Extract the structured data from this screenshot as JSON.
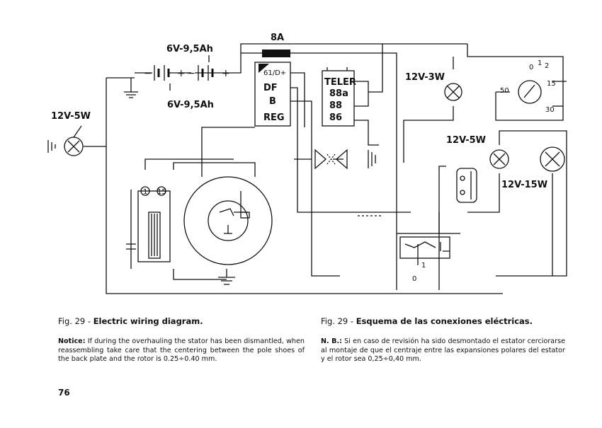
{
  "diagram": {
    "labels": {
      "battery_top": "6V-9,5Ah",
      "battery_bottom": "6V-9,5Ah",
      "fuse": "8A",
      "lamp_left": "12V-5W",
      "lamp_top_right": "12V-3W",
      "lamp_mid_right": "12V-5W",
      "lamp_big": "12V-15W",
      "reg_terminal_61d": "61/D+",
      "reg_terminal_df": "DF",
      "reg_terminal_b": "B",
      "reg_name": "REG",
      "teler_name": "TELER",
      "teler_88a": "88a",
      "teler_88": "88",
      "teler_86": "86",
      "coil_1": "1",
      "coil_15": "15",
      "switch_0": "0",
      "switch_1": "1",
      "switch_2": "2",
      "switch_15": "15",
      "switch_50": "50",
      "switch_30": "30",
      "lowswitch_1": "1",
      "lowswitch_0": "0"
    }
  },
  "caption_en": {
    "fig": "Fig. 29 -",
    "title": "Electric wiring diagram.",
    "notice_label": "Notice:",
    "notice_text": "If during the overhauling the stator has been dismantled, when reassembling take care that the centering between the pole shoes of the back plate and the rotor is 0.25÷0.40 mm."
  },
  "caption_es": {
    "fig": "Fig. 29 -",
    "title": "Esquema de las conexiones eléctricas.",
    "notice_label": "N. B.:",
    "notice_text": "Si en caso de revisión ha sido desmontado el estator cerciorarse al montaje de que el centraje entre las expansiones polares del estator y el rotor sea 0,25÷0,40 mm."
  },
  "page_number": "76"
}
